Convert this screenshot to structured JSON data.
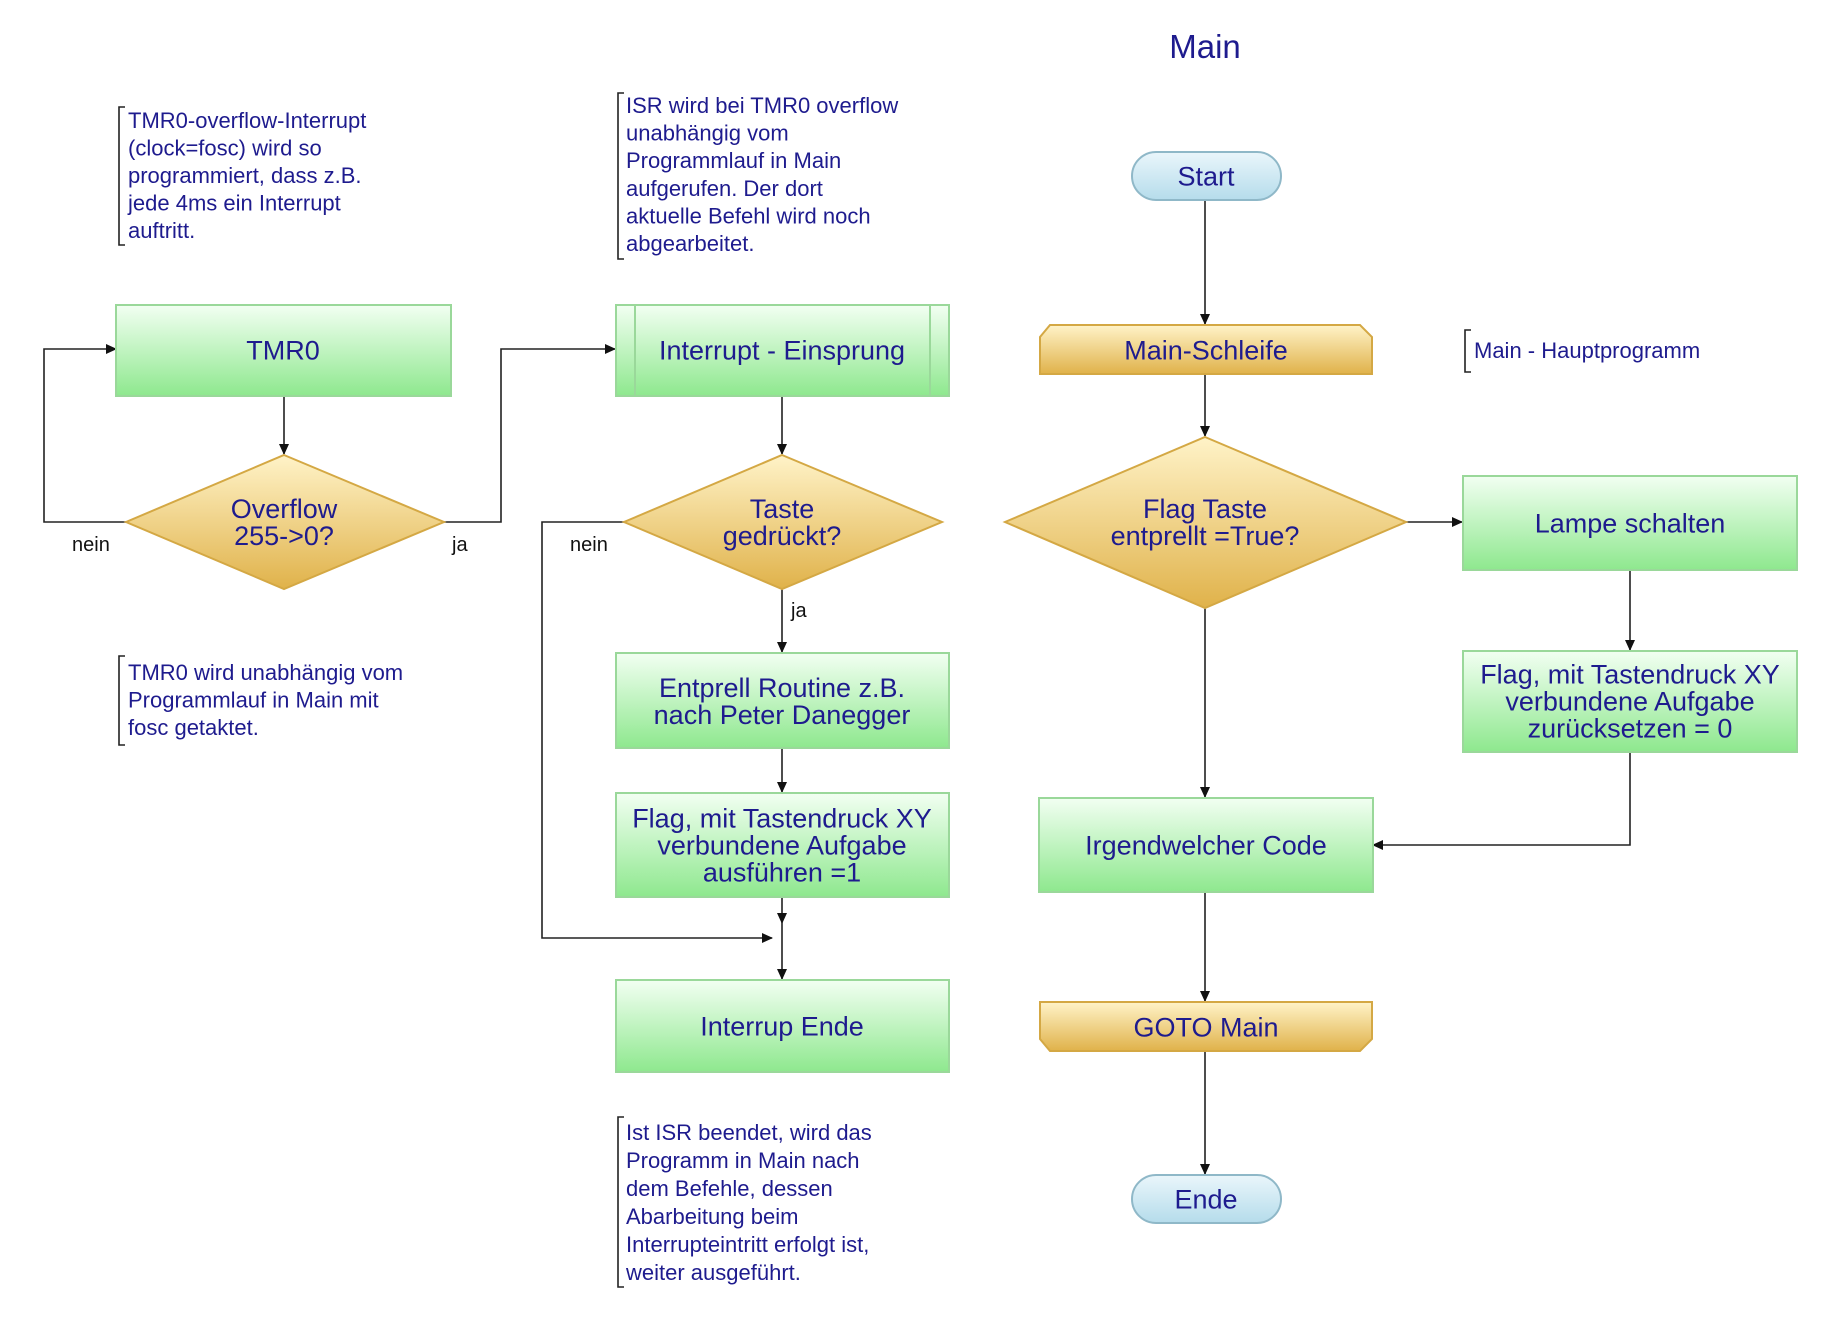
{
  "title": "Main",
  "colors": {
    "process_fill_top": "#f2fff2",
    "process_fill_bottom": "#8ee88e",
    "decision_fill_top": "#fff3c8",
    "decision_fill_bottom": "#e0b24a",
    "terminal_fill_top": "#eaf6fb",
    "terminal_fill_bottom": "#b5dceb",
    "text": "#1e1b8e",
    "line": "#222222"
  },
  "notes": {
    "tmr0_interrupt": [
      "TMR0-overflow-Interrupt",
      "(clock=fosc) wird so",
      "programmiert, dass z.B.",
      "jede 4ms ein Interrupt",
      "auftritt."
    ],
    "tmr0_independent": [
      "TMR0 wird unabhängig vom",
      "Programmlauf in Main mit",
      "fosc getaktet."
    ],
    "isr_called": [
      "ISR wird bei TMR0 overflow",
      "unabhängig vom",
      "Programmlauf in Main",
      "aufgerufen. Der dort",
      "aktuelle Befehl wird noch",
      "abgearbeitet."
    ],
    "isr_finished": [
      "Ist ISR beendet, wird das",
      "Programm in Main nach",
      "dem Befehle, dessen",
      "Abarbeitung beim",
      "Interrupteintritt erfolgt ist,",
      "weiter ausgeführt."
    ],
    "main_hauptprogramm": [
      "Main - Hauptprogramm"
    ]
  },
  "nodes": {
    "tmr0": [
      "TMR0"
    ],
    "overflow": [
      "Overflow",
      "255->0?"
    ],
    "interrupt_entry": [
      "Interrupt - Einsprung"
    ],
    "taste": [
      "Taste",
      "gedrückt?"
    ],
    "entprell": [
      "Entprell Routine z.B.",
      "nach Peter Danegger"
    ],
    "flag_set": [
      "Flag, mit Tastendruck XY",
      "verbundene Aufgabe",
      "ausführen =1"
    ],
    "interrupt_end": [
      "Interrup Ende"
    ],
    "start": [
      "Start"
    ],
    "main_loop": [
      "Main-Schleife"
    ],
    "flag_check": [
      "Flag Taste",
      "entprellt =True?"
    ],
    "lamp": [
      "Lampe schalten"
    ],
    "flag_reset": [
      "Flag, mit Tastendruck XY",
      "verbundene Aufgabe",
      "zurücksetzen = 0"
    ],
    "any_code": [
      "Irgendwelcher Code"
    ],
    "goto_main": [
      "GOTO Main"
    ],
    "end": [
      "Ende"
    ]
  },
  "edge_labels": {
    "overflow_no": "nein",
    "overflow_yes": "ja",
    "taste_no": "nein",
    "taste_yes": "ja"
  }
}
